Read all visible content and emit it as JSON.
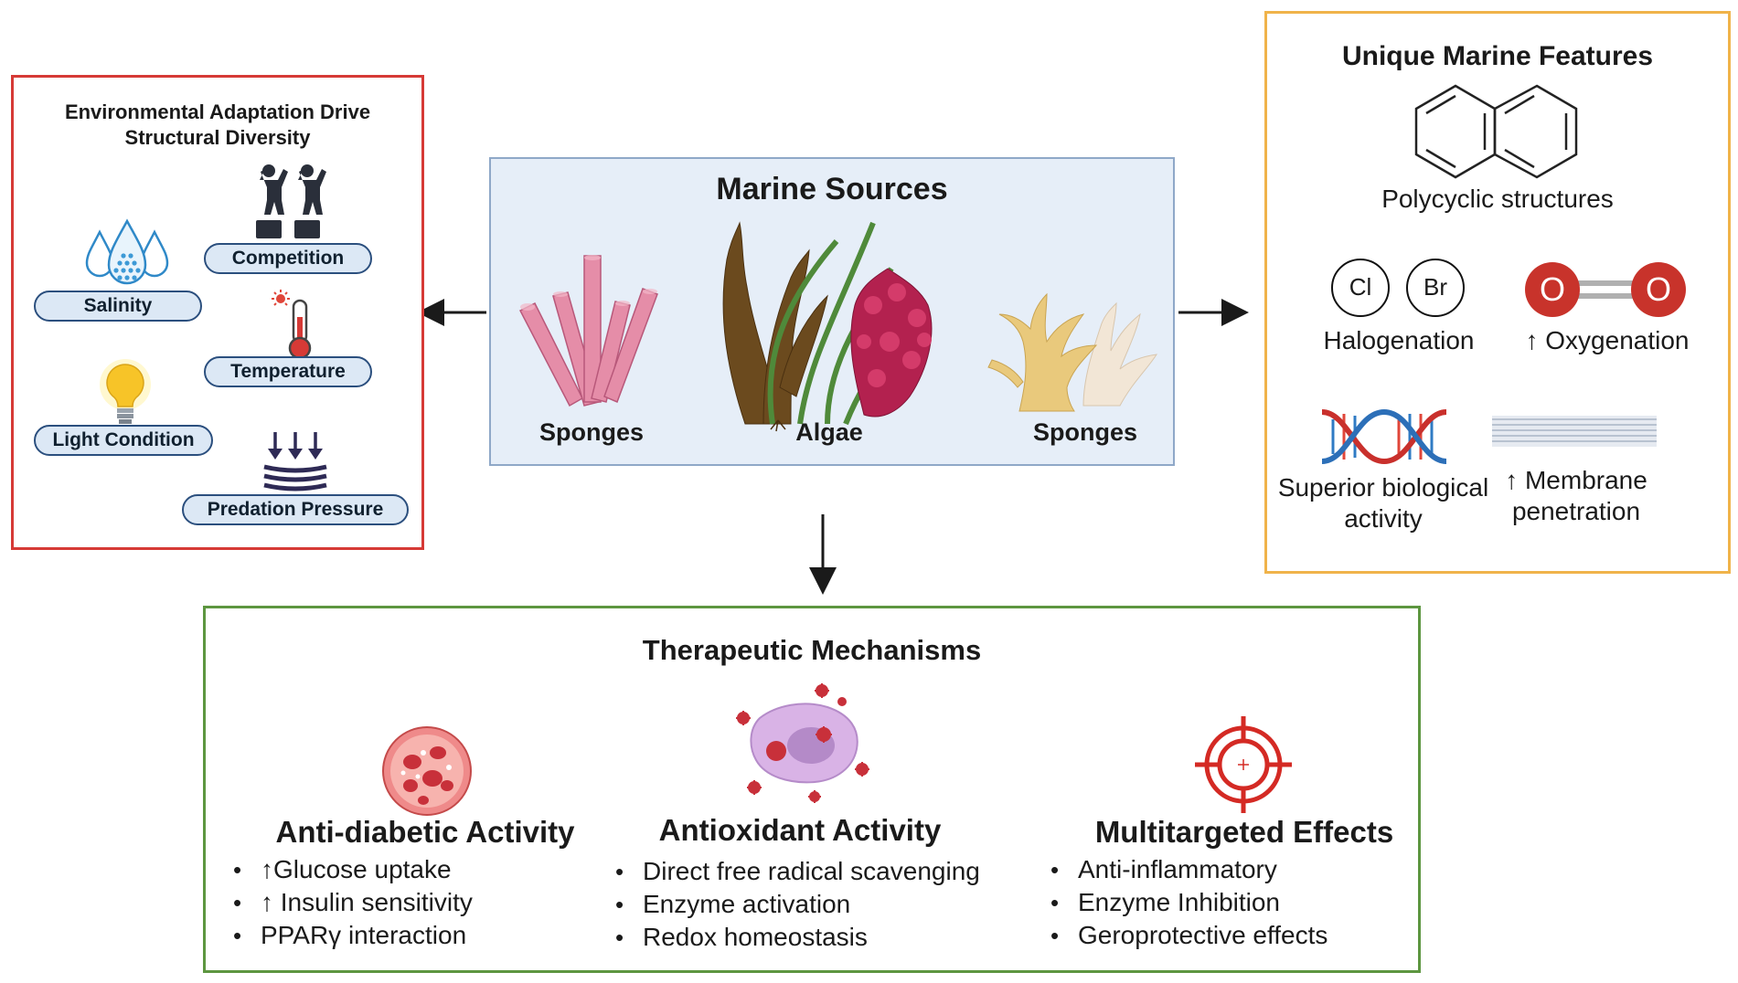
{
  "environment": {
    "title_line1": "Environmental Adaptation Drive",
    "title_line2": "Structural Diversity",
    "factors": {
      "salinity": "Salinity",
      "competition": "Competition",
      "temperature": "Temperature",
      "light": "Light Condition",
      "predation": "Predation Pressure"
    }
  },
  "sources": {
    "title": "Marine Sources",
    "items": [
      "Sponges",
      "Algae",
      "Sponges"
    ]
  },
  "features": {
    "title": "Unique Marine Features",
    "polycyclic": "Polycyclic structures",
    "cl": "Cl",
    "br": "Br",
    "o_left": "O",
    "o_right": "O",
    "halogenation": "Halogenation",
    "oxygenation": "↑ Oxygenation",
    "bio_line1": "Superior biological",
    "bio_line2": "activity",
    "membrane_line1": "↑ Membrane",
    "membrane_line2": "penetration"
  },
  "therapy": {
    "title": "Therapeutic Mechanisms",
    "antidiabetic": {
      "title": "Anti-diabetic Activity",
      "items": [
        "↑Glucose uptake",
        "↑  Insulin sensitivity",
        "PPARγ interaction"
      ]
    },
    "antioxidant": {
      "title": "Antioxidant Activity",
      "items": [
        "Direct free radical scavenging",
        "Enzyme activation",
        "Redox homeostasis"
      ]
    },
    "multitarget": {
      "title": "Multitargeted Effects",
      "items": [
        "Anti-inflammatory",
        "Enzyme Inhibition",
        "Geroprotective effects"
      ]
    }
  },
  "colors": {
    "env_border": "#d63a36",
    "features_border": "#f0b34a",
    "therapy_border": "#5d9640",
    "sources_fill": "#e6eef8",
    "pill_fill": "#dce8f5",
    "oxygen_red": "#c8332b"
  }
}
